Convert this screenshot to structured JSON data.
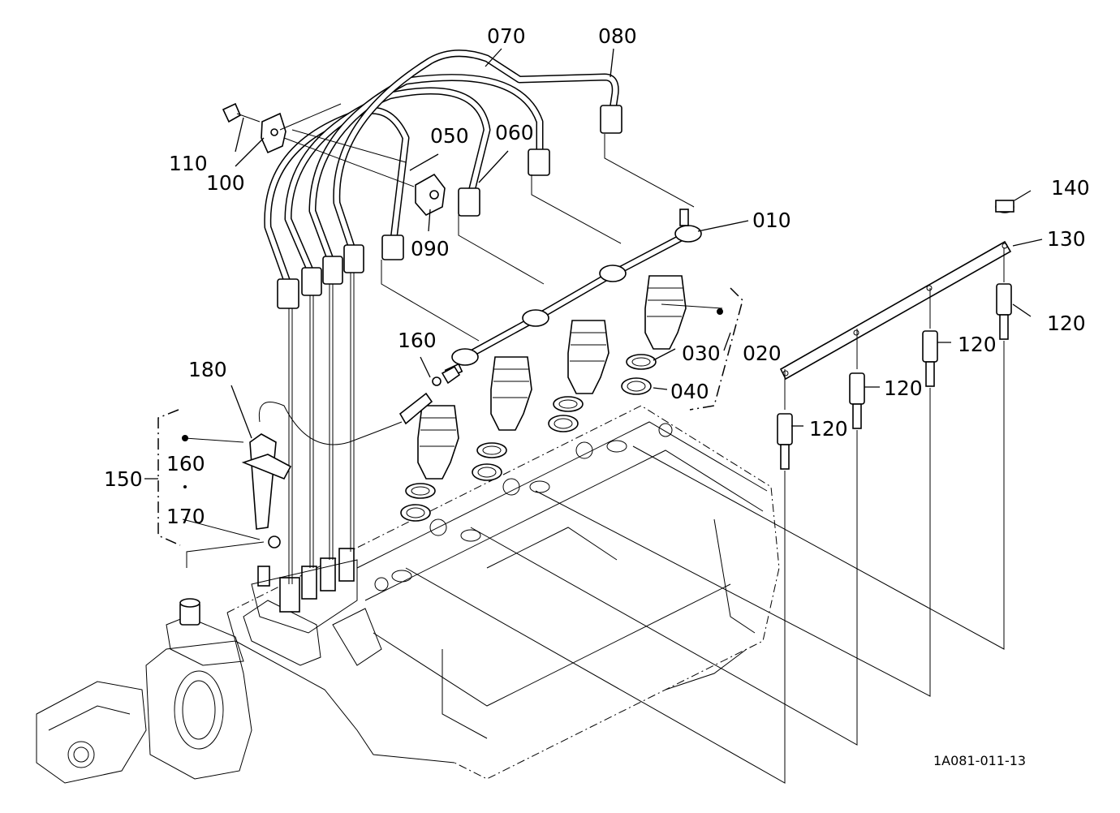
{
  "labels": {
    "l010": "010",
    "l020": "020",
    "l030": "030",
    "l040": "040",
    "l050": "050",
    "l060": "060",
    "l070": "070",
    "l080": "080",
    "l090": "090",
    "l100": "100",
    "l110": "110",
    "l120a": "120",
    "l120b": "120",
    "l120c": "120",
    "l120d": "120",
    "l130": "130",
    "l140": "140",
    "l150": "150",
    "l160a": "160",
    "l160b": "160",
    "l170": "170",
    "l180": "180"
  },
  "drawing_code": "1A081-011-13"
}
